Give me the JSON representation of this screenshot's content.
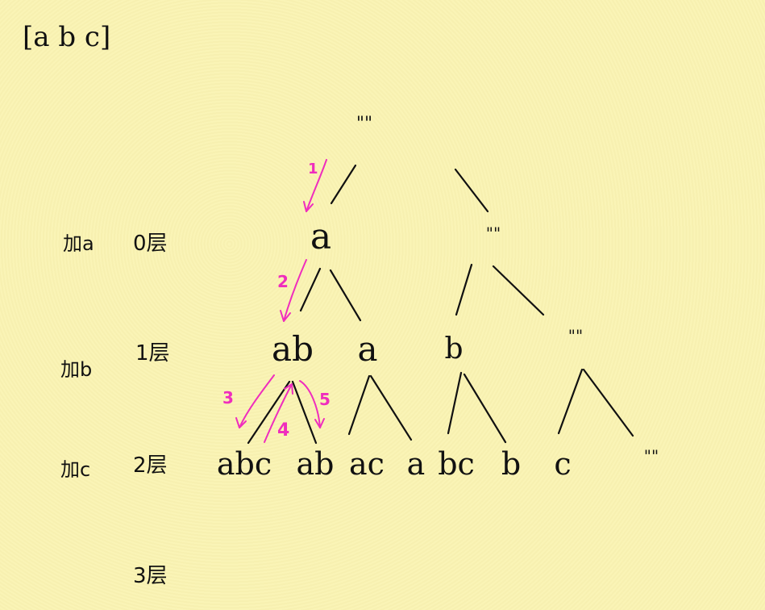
{
  "array_label": "[a b c]",
  "nodes": {
    "root": "\"\"",
    "l0_a": "a",
    "l0_empty": "\"\"",
    "l1_ab": "ab",
    "l1_a": "a",
    "l1_b": "b",
    "l1_empty": "\"\"",
    "l2_abc": "abc",
    "l2_ab": "ab",
    "l2_ac": "ac",
    "l2_a": "a",
    "l2_bc": "bc",
    "l2_b": "b",
    "l2_c": "c",
    "l2_empty": "\"\""
  },
  "levels": [
    {
      "add": "加a",
      "layer": "0层"
    },
    {
      "add": "加b",
      "layer": "1层"
    },
    {
      "add": "加c",
      "layer": "2层"
    },
    {
      "add": "",
      "layer": "3层"
    }
  ],
  "steps": [
    "1",
    "2",
    "3",
    "4",
    "5"
  ],
  "colors": {
    "background": "#faf3b2",
    "ink": "#111111",
    "highlight": "#ef2dbd"
  }
}
